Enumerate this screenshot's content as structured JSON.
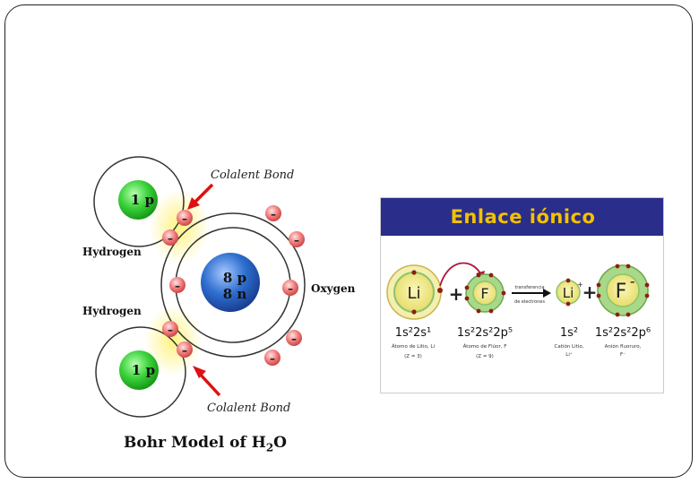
{
  "bohr_model": {
    "caption_main": "Bohr Model of H",
    "caption_sub": "2",
    "caption_tail": "O",
    "hydrogen_top_nucleus": "1 p",
    "hydrogen_bottom_nucleus": "1 p",
    "oxygen_nucleus_line1": "8 p",
    "oxygen_nucleus_line2": "8 n",
    "label_hydrogen_top": "Hydrogen",
    "label_hydrogen_bottom": "Hydrogen",
    "label_oxygen": "Oxygen",
    "bond_label_top": "Colalent Bond",
    "bond_label_bottom": "Colalent Bond",
    "electron_symbol": "–",
    "colors": {
      "hydrogen": "#33cc33",
      "oxygen": "#2e6fd0",
      "electron": "#f07878",
      "arrow": "#dd1111"
    }
  },
  "ionic_panel": {
    "title": "Enlace iónico",
    "li_symbol": "Li",
    "f_symbol": "F",
    "li_cation": "Li",
    "li_cation_charge": "+",
    "f_anion": "F",
    "f_anion_charge": "–",
    "plus_sign": "+",
    "transfer_line1": "transferencia",
    "transfer_line2": "de electrones",
    "li_config": "1s²2s¹",
    "f_config": "1s²2s²2p⁵",
    "li_cation_config": "1s²",
    "f_anion_config": "1s²2s²2p⁶",
    "li_desc_1": "Átomo de Litio, Li",
    "li_desc_2": "(Z = 3)",
    "f_desc_1": "Átomo de Flúor, F",
    "f_desc_2": "(Z = 9)",
    "cation_desc_1": "Catión Litio,",
    "cation_desc_2": "Li⁺",
    "anion_desc_1": "Anión fluoruro,",
    "anion_desc_2": "F⁻",
    "colors": {
      "header": "#2b2d8a",
      "title": "#f2c200",
      "atom_fill": "#e8e48a",
      "atom_ring": "#9bd07a",
      "electron": "#8b2010",
      "arrow": "#b0173a"
    }
  }
}
